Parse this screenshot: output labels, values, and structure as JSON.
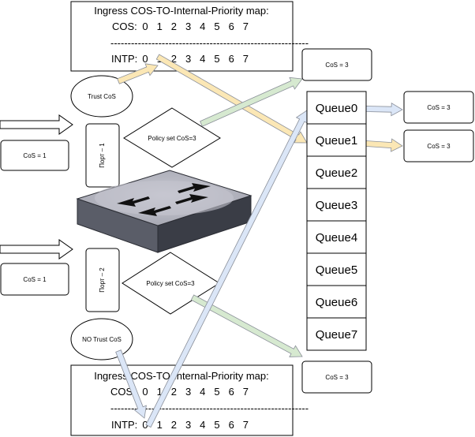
{
  "map_top": {
    "title": "Ingress COS-TO-Internal-Priority map:",
    "cos_label": "COS:",
    "intp_label": "INTP:",
    "digits": [
      "0",
      "1",
      "2",
      "3",
      "4",
      "5",
      "6",
      "7"
    ],
    "divider": "----------------------------------------------------------"
  },
  "map_bottom": {
    "title": "Ingress COS-TO-Internal-Priority map:",
    "cos_label": "COS",
    "intp_label": "INTP:",
    "digits": [
      "0",
      "1",
      "2",
      "3",
      "4",
      "5",
      "6",
      "7"
    ],
    "divider": "----------------------------------------------------------"
  },
  "left": {
    "cos_box_1": "CoS = 1",
    "cos_box_2": "CoS = 1",
    "trust": "Trust CoS",
    "no_trust": "NO Trust CoS",
    "port1": "Порт – 1",
    "port2": "Порт – 2",
    "policy1": "Policy set CoS=3",
    "policy2": "Policy set CoS=3"
  },
  "queues": [
    "Queue0",
    "Queue1",
    "Queue2",
    "Queue3",
    "Queue4",
    "Queue5",
    "Queue6",
    "Queue7"
  ],
  "right": {
    "cos_top": "CoS = 3",
    "cos_q0": "CoS = 3",
    "cos_q1": "CoS = 3",
    "cos_bottom": "CoS = 3"
  },
  "colors": {
    "yellow_arrow": "#fbe7b5",
    "green_arrow": "#d6e9d0",
    "blue_arrow": "#dbe6f7",
    "switch_top": "#b7b8c2",
    "switch_side": "#3a3d46"
  }
}
